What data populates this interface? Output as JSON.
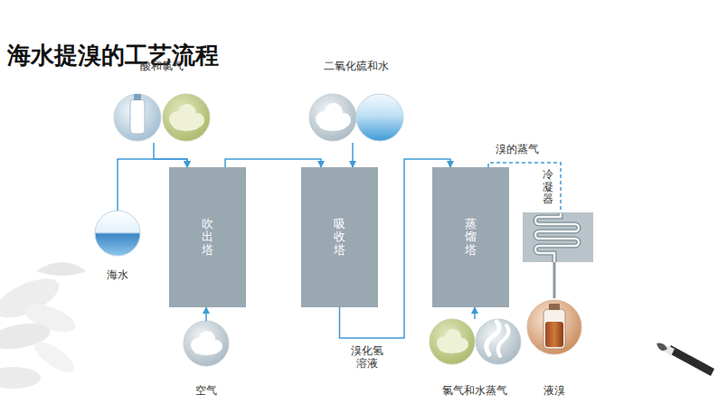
{
  "diagram": {
    "title": "海水提溴的工艺流程",
    "nodes": [
      {
        "text": [
          "酸和氯气"
        ]
      },
      {
        "text": [
          "海水"
        ]
      },
      {
        "text": [
          "吹出塔"
        ]
      },
      {
        "text": [
          "空气"
        ]
      },
      {
        "text": [
          "二氧化硫和水"
        ]
      },
      {
        "text": [
          "吸收塔"
        ]
      },
      {
        "text": [
          "蒸馏塔"
        ]
      },
      {
        "text": [
          "氯气和水蒸气"
        ]
      },
      {
        "text": [
          "冷凝器"
        ]
      },
      {
        "text": [
          "液溴"
        ]
      }
    ],
    "edges": [
      {
        "from": 1,
        "to": 2,
        "arrow": "to"
      },
      {
        "from": 0,
        "to": 2,
        "arrow": "to"
      },
      {
        "from": 3,
        "to": 2,
        "arrow": "to"
      },
      {
        "from": 2,
        "to": 5,
        "arrow": "to"
      },
      {
        "from": 4,
        "to": 5,
        "arrow": "to"
      },
      {
        "from": 5,
        "to": 6,
        "label": "溴化氢溶液",
        "arrow": "to"
      },
      {
        "from": 7,
        "to": 6,
        "arrow": "to"
      },
      {
        "from": 6,
        "to": 8,
        "label": "溴的蒸气",
        "arrow": "none"
      },
      {
        "from": 8,
        "to": 9,
        "arrow": "none"
      }
    ]
  }
}
